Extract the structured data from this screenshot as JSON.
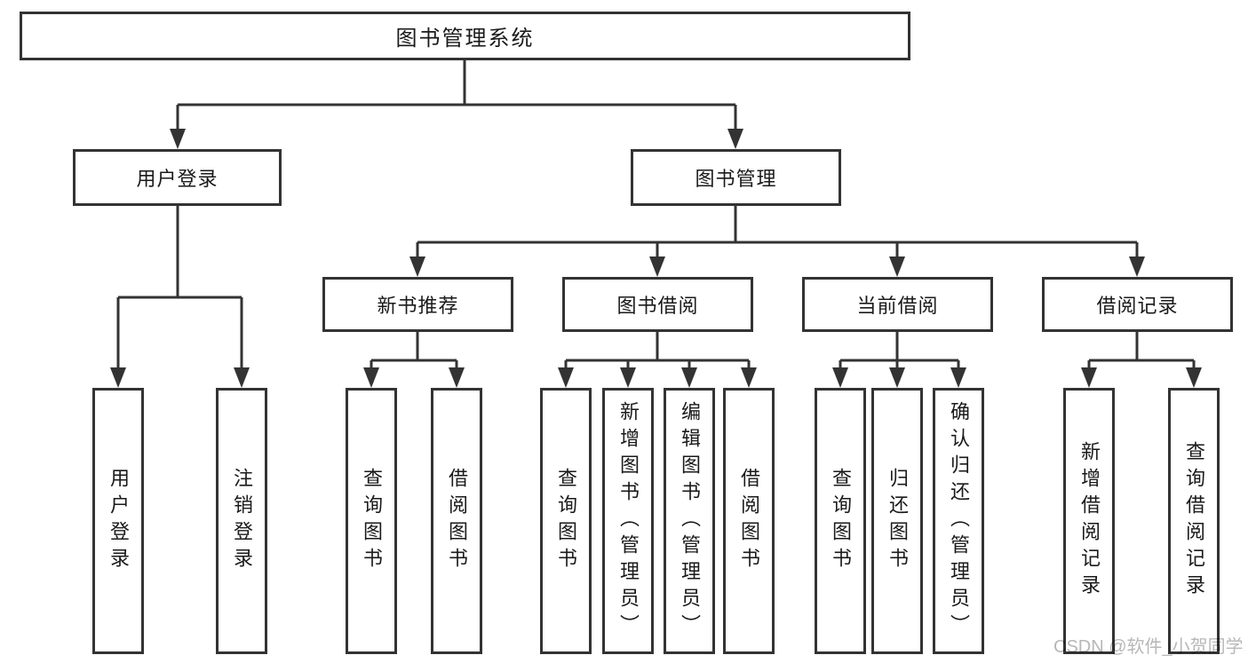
{
  "tree": {
    "root": {
      "label": "图书管理系统",
      "children": [
        {
          "label": "用户登录",
          "children": [
            {
              "label": "用户登录"
            },
            {
              "label": "注销登录"
            }
          ]
        },
        {
          "label": "图书管理",
          "children": [
            {
              "label": "新书推荐",
              "children": [
                {
                  "label": "查询图书"
                },
                {
                  "label": "借阅图书"
                }
              ]
            },
            {
              "label": "图书借阅",
              "children": [
                {
                  "label": "查询图书"
                },
                {
                  "label": "新增图书（管理员）"
                },
                {
                  "label": "编辑图书（管理员）"
                },
                {
                  "label": "借阅图书"
                }
              ]
            },
            {
              "label": "当前借阅",
              "children": [
                {
                  "label": "查询图书"
                },
                {
                  "label": "归还图书"
                },
                {
                  "label": "确认归还（管理员）"
                }
              ]
            },
            {
              "label": "借阅记录",
              "children": [
                {
                  "label": "新增借阅记录"
                },
                {
                  "label": "查询借阅记录"
                }
              ]
            }
          ]
        }
      ]
    }
  },
  "watermark": "CSDN @软件_小贺同学",
  "colors": {
    "line": "#333333",
    "box_border": "#333333",
    "box_background": "#ffffff",
    "text": "#1a1a1a",
    "watermark": "#b8b8b8",
    "page_background": "#ffffff"
  }
}
